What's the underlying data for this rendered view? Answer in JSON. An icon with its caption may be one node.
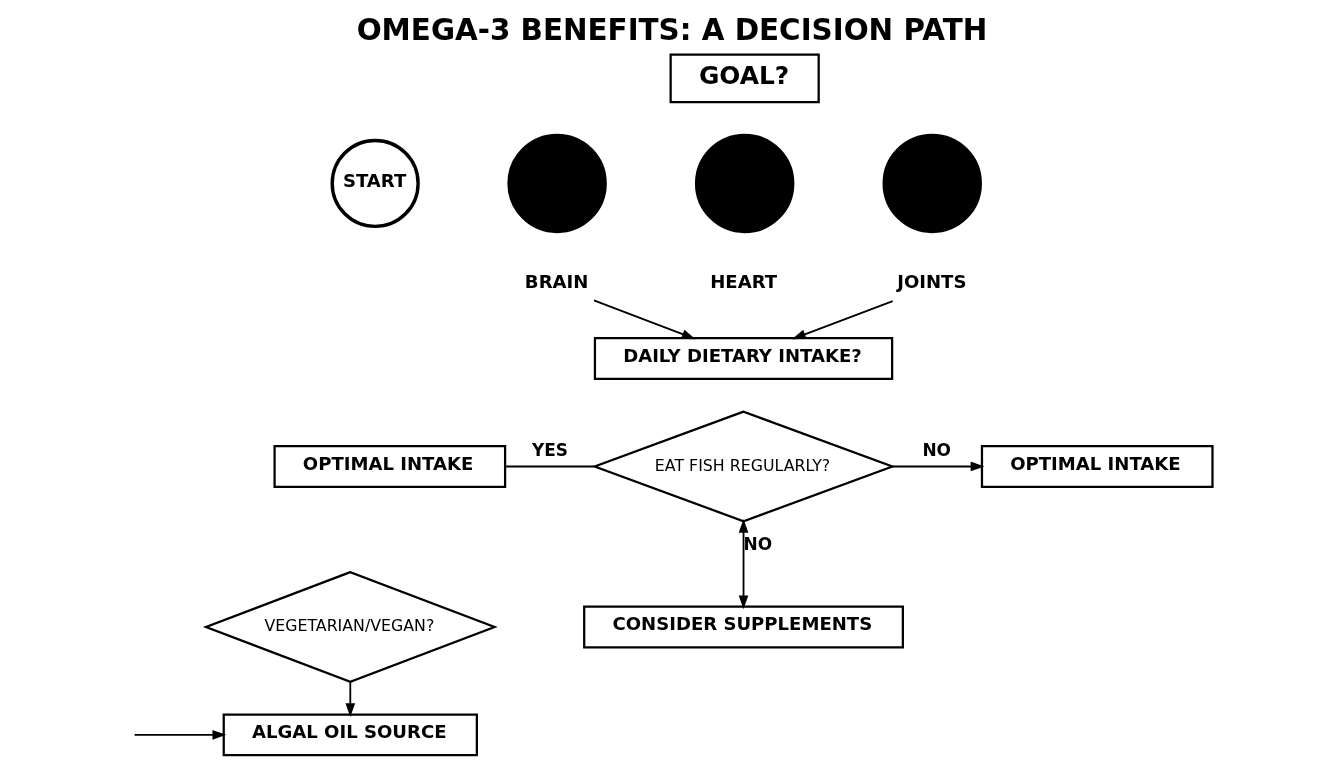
{
  "diagram": {
    "title": "OMEGA-3 BENEFITS: A DECISION PATH",
    "nodes": [
      {
        "text": [
          "GOAL?"
        ]
      },
      {
        "text": [
          "START"
        ]
      },
      {
        "text": [],
        "shape": "circle"
      },
      {
        "text": [],
        "shape": "circle"
      },
      {
        "text": [],
        "shape": "circle"
      },
      {
        "text": [
          "BRAIN"
        ]
      },
      {
        "text": [
          "JOINTS"
        ]
      },
      {
        "text": [
          "DAILY DIETARY INTAKE?"
        ]
      },
      {
        "text": [
          "OPTIMAL INTAKE"
        ]
      },
      {
        "text": [
          "EAT FISH REGULARLY?"
        ]
      },
      {
        "text": [
          "OPTIMAL INTAKE"
        ]
      },
      {
        "text": [
          "VEGETARIAN/VEGAN?"
        ]
      },
      {
        "text": [
          "CONSIDER SUPPLEMENTS"
        ]
      },
      {
        "text": [
          "ALGAL OIL SOURCE"
        ]
      }
    ],
    "edges": [
      {
        "from": 5,
        "to": 7,
        "arrow": "to"
      },
      {
        "from": 6,
        "to": 7,
        "arrow": "to"
      },
      {
        "from": 9,
        "to": 8,
        "arrow": "none",
        "label": "YES"
      },
      {
        "from": 9,
        "to": 10,
        "arrow": "to",
        "label": "NO"
      },
      {
        "from": 9,
        "to": 12,
        "arrow": "both",
        "label": "NO"
      },
      {
        "from": 11,
        "to": 13,
        "arrow": "to"
      },
      {
        "from": null,
        "to": 13,
        "arrow": "to"
      }
    ],
    "labels": [
      "HEART"
    ]
  }
}
